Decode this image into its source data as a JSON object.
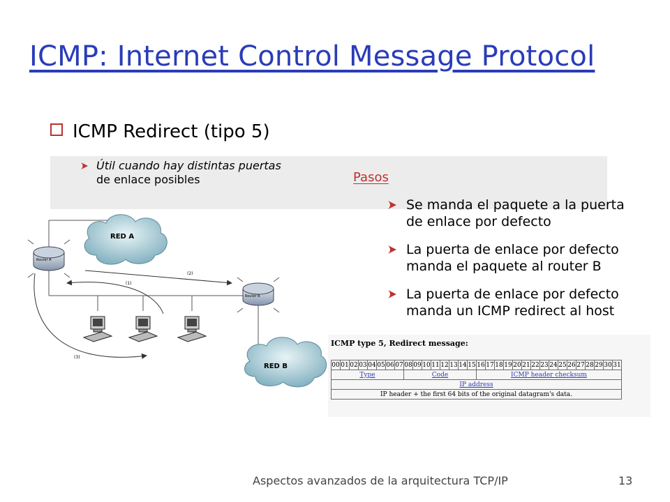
{
  "slide": {
    "title": "ICMP: Internet Control Message Protocol",
    "main_bullet": "ICMP Redirect (tipo 5)",
    "sub_bullet": [
      "Útil cuando hay distintas puertas",
      "de enlace posibles"
    ],
    "steps_heading": "Pasos",
    "steps": [
      [
        "Se manda el paquete a la puerta",
        "de enlace por defecto"
      ],
      [
        "La puerta de enlace por defecto",
        "manda el paquete al router B"
      ],
      [
        "La puerta de enlace por defecto",
        "manda un ICMP redirect al host"
      ]
    ],
    "footer": "Aspectos avanzados de la arquitectura TCP/IP",
    "page_number": "13"
  },
  "diagram": {
    "cloud_a": "RED A",
    "cloud_b": "RED B",
    "router_a": "Router A",
    "router_b": "Router B",
    "arrow_1": "(1)",
    "arrow_2": "(2)",
    "arrow_3": "(3)"
  },
  "icmp_format": {
    "heading": "ICMP type 5, Redirect message:",
    "bits": [
      "00",
      "01",
      "02",
      "03",
      "04",
      "05",
      "06",
      "07",
      "08",
      "09",
      "10",
      "11",
      "12",
      "13",
      "14",
      "15",
      "16",
      "17",
      "18",
      "19",
      "20",
      "21",
      "22",
      "23",
      "24",
      "25",
      "26",
      "27",
      "28",
      "29",
      "30",
      "31"
    ],
    "fields": {
      "type": "Type",
      "code": "Code",
      "checksum": "ICMP header checksum"
    },
    "ip_address": "IP address",
    "payload": "IP header + the first 64 bits of the original datagram's data."
  },
  "colors": {
    "title": "#2a3cb8",
    "accent": "#c03030",
    "band": "#ececec"
  }
}
